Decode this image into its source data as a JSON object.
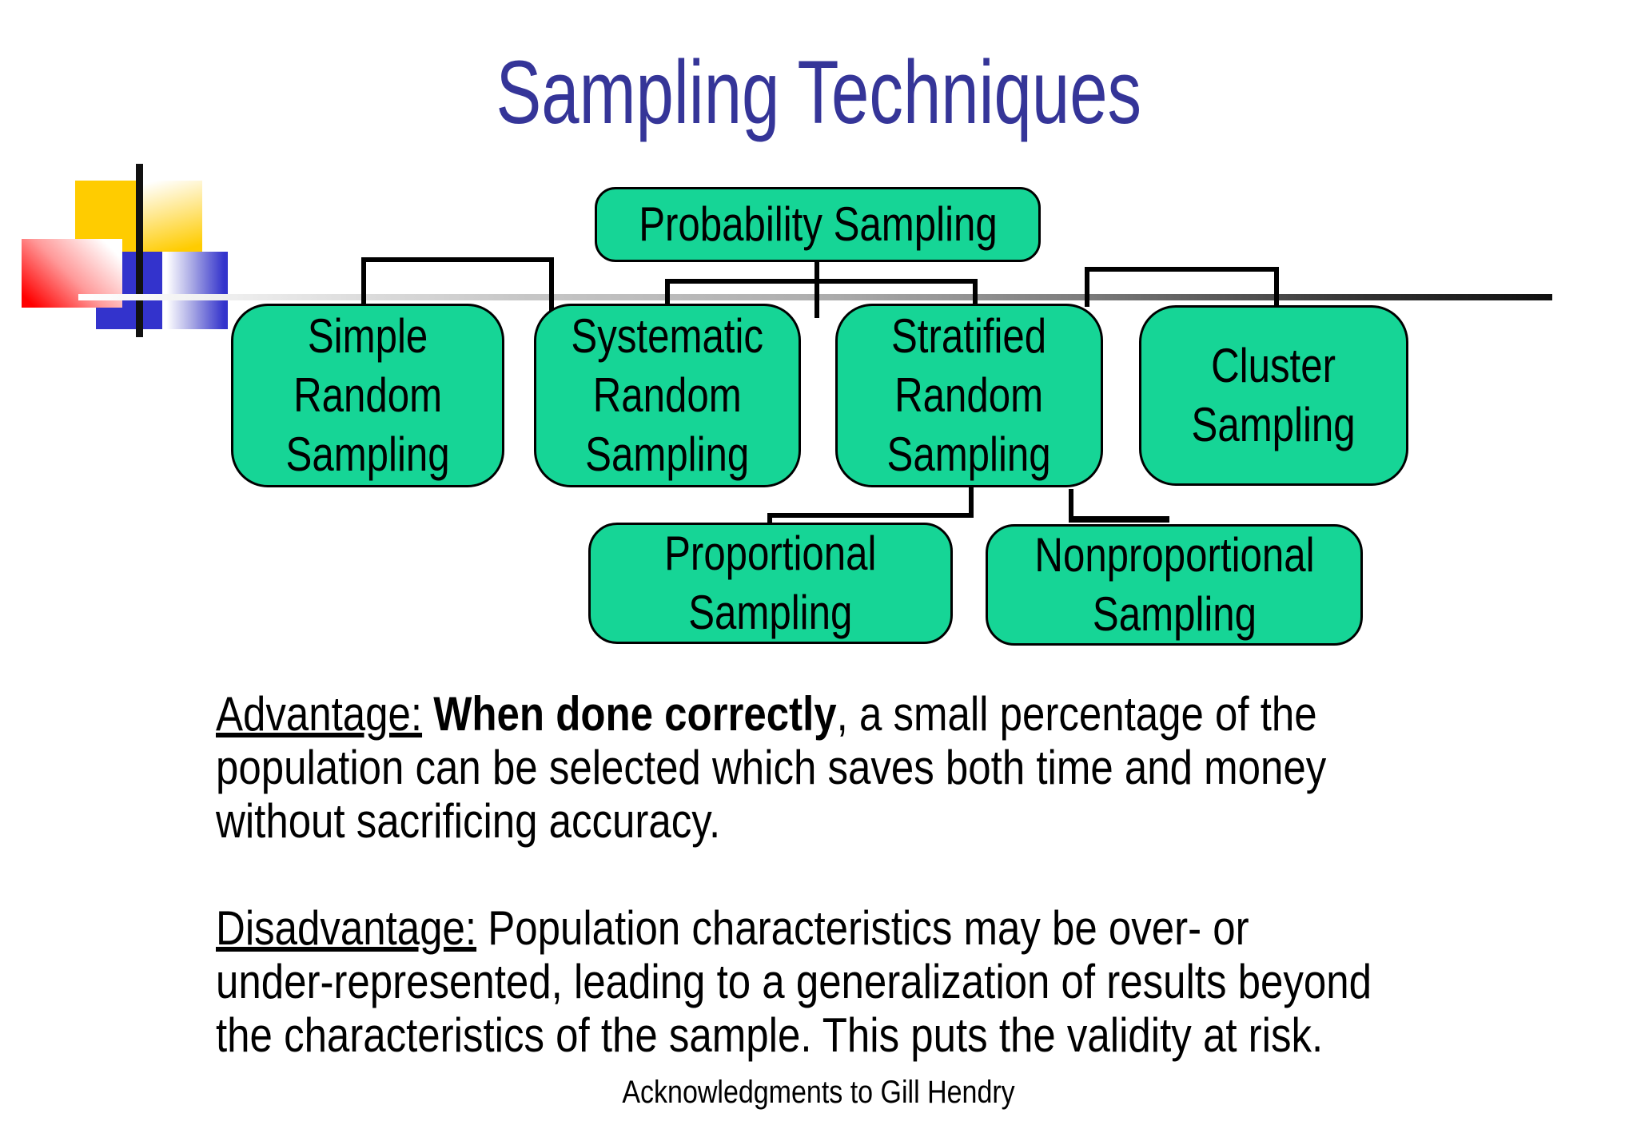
{
  "slide": {
    "title": "Sampling Techniques",
    "footer": "Acknowledgments to Gill Hendry",
    "colors": {
      "titleBlue": "#353598",
      "boxGreen": "#16d596",
      "accentGold": "#ffcc00",
      "accentBlue": "#3333cc",
      "accentRed": "#ff0000",
      "ink": "#000000"
    }
  },
  "diagram": {
    "root": "Probability Sampling",
    "level2": {
      "simple": "Simple\nRandom\nSampling",
      "systematic": "Systematic\nRandom\nSampling",
      "stratified": "Stratified\nRandom\nSampling",
      "cluster": "Cluster\nSampling"
    },
    "level3": {
      "proportional": "Proportional\nSampling",
      "nonproportional": "Nonproportional\nSampling"
    }
  },
  "notes": {
    "advantage": {
      "runs": [
        {
          "t": "Advantage:",
          "s": "underline"
        },
        {
          "t": " ",
          "s": "normal"
        },
        {
          "t": "When done correctly",
          "s": "bold"
        },
        {
          "t": ", a small percentage of the\npopulation can be selected which saves both time and money\nwithout sacrificing accuracy.",
          "s": "normal"
        }
      ]
    },
    "disadvantage": {
      "runs": [
        {
          "t": "Disadvantage:",
          "s": "underline"
        },
        {
          "t": " Population characteristics may be over- or\nunder-represented, leading to a generalization of results beyond\nthe characteristics of the sample. This puts the validity at risk.",
          "s": "normal"
        }
      ]
    }
  }
}
